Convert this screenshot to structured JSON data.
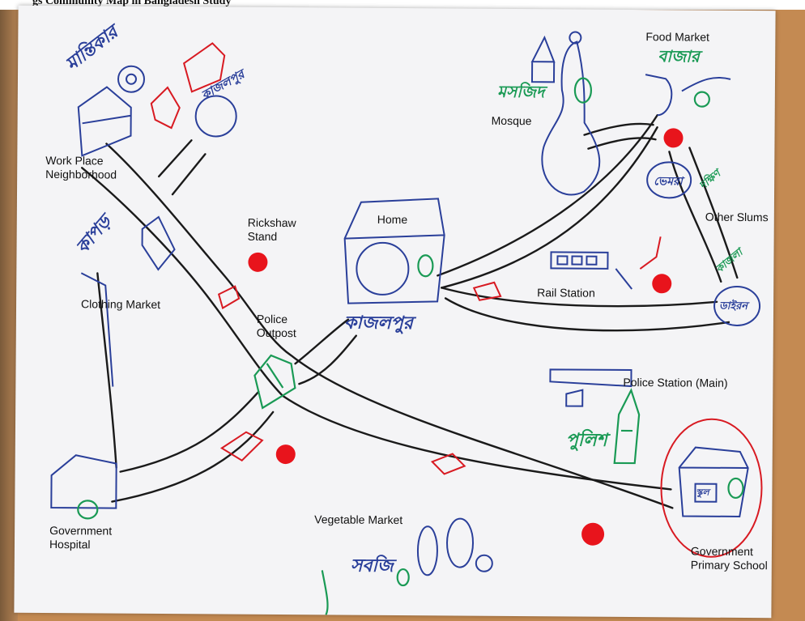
{
  "header_fragment": "gs Community Map in Bangladesh Study",
  "colors": {
    "road": "#1a1a1a",
    "pen_blue": "#2a3f9a",
    "pen_green": "#1a9a55",
    "pen_red": "#d81a22",
    "dot_red": "#e8141c",
    "paper": "#f4f4f6"
  },
  "places": {
    "work_place_neighborhood": "Work Place\nNeighborhood",
    "rickshaw_stand": "Rickshaw\nStand",
    "home": "Home",
    "mosque": "Mosque",
    "food_market": "Food Market",
    "other_slums": "Other Slums",
    "clothing_market": "Clothing Market",
    "police_outpost": "Police\nOutpost",
    "rail_station": "Rail Station",
    "police_station_main": "Police Station (Main)",
    "government_hospital": "Government\nHospital",
    "vegetable_market": "Vegetable Market",
    "government_primary_school": "Government\nPrimary School"
  },
  "bengali": {
    "top_left": "মান্তিকার",
    "top_mid": "কাজলপুর",
    "mosque": "মসজিদ",
    "food_market": "বাজার",
    "slum_top": "ভেমরা",
    "slum_side": "দক্ষিণ",
    "slum_bottom": "ডাইরন",
    "slum_side2": "কাজলা",
    "clothing": "কাপড়",
    "home_area": "কাজলপুর",
    "police": "পুলিশ",
    "school": "স্কুল",
    "vegetable": "সবজি"
  }
}
